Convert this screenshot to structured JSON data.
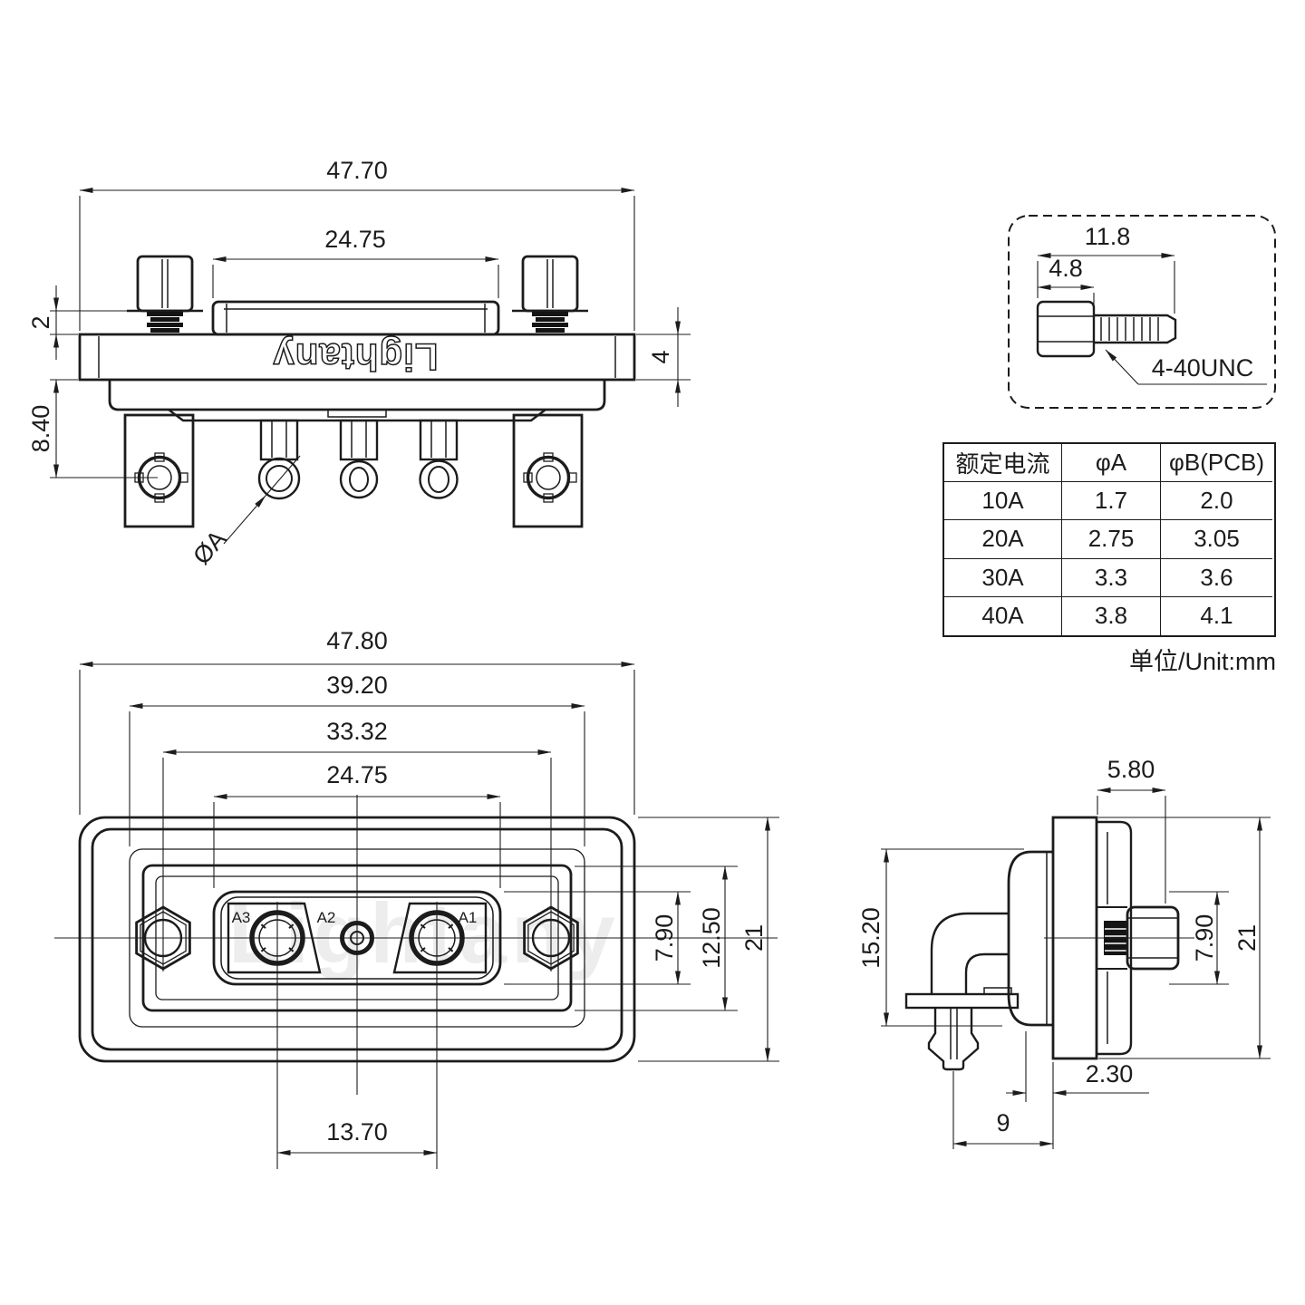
{
  "brand": "Lightany",
  "watermark": "Lightany",
  "views": {
    "top": {
      "dims": {
        "overall": "47.70",
        "insert": "24.75",
        "standoff": "2",
        "flange": "4",
        "depth": "8.40",
        "pin_label": "ØA"
      }
    },
    "front": {
      "dims": {
        "overall": "47.80",
        "shell": "39.20",
        "mount": "33.32",
        "insert": "24.75",
        "pitch": "13.70",
        "insert_h": "7.90",
        "opening_h": "12.50",
        "height": "21"
      },
      "contacts": {
        "left": "A3",
        "center": "A2",
        "right": "A1"
      }
    },
    "side": {
      "dims": {
        "bezel": "5.80",
        "shell_h": "15.20",
        "screw_h": "7.90",
        "height": "21",
        "gap": "2.30",
        "pin_offset": "9"
      }
    },
    "screw_detail": {
      "dims": {
        "length": "11.8",
        "head": "4.8"
      },
      "thread": "4-40UNC"
    }
  },
  "table": {
    "headers": [
      "额定电流",
      "φA",
      "φB(PCB)"
    ],
    "rows": [
      [
        "10A",
        "1.7",
        "2.0"
      ],
      [
        "20A",
        "2.75",
        "3.05"
      ],
      [
        "30A",
        "3.3",
        "3.6"
      ],
      [
        "40A",
        "3.8",
        "4.1"
      ]
    ],
    "unit_note": "单位/Unit:mm"
  },
  "colors": {
    "line": "#1c1c1c",
    "background": "#ffffff"
  }
}
